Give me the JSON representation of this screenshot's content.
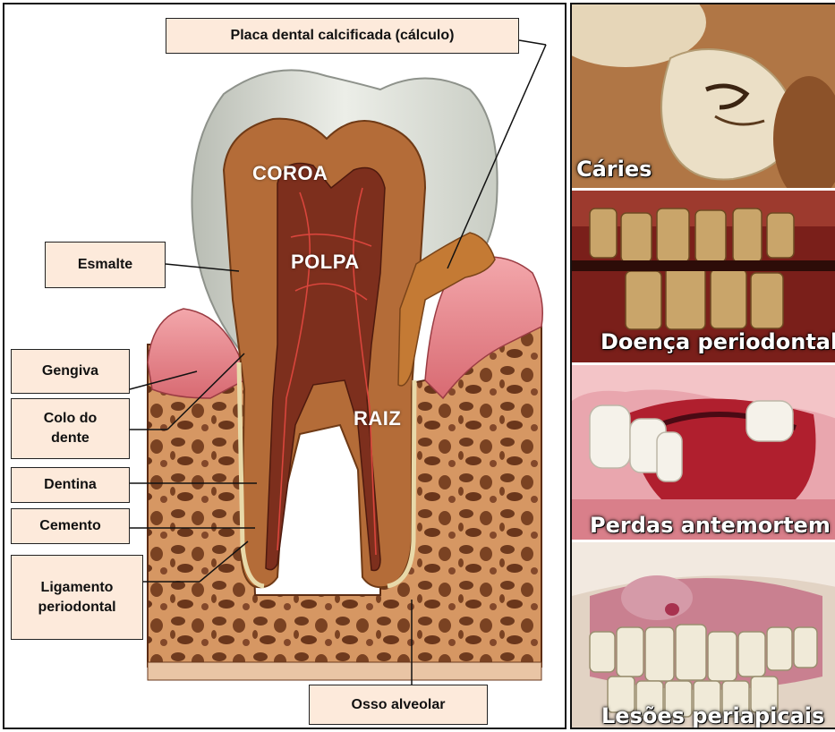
{
  "diagram": {
    "labels": {
      "calculo": "Placa dental calcificada (cálculo)",
      "esmalte": "Esmalte",
      "gengiva": "Gengiva",
      "colo_line1": "Colo do",
      "colo_line2": "dente",
      "dentina": "Dentina",
      "cemento": "Cemento",
      "ligamento_line1": "Ligamento",
      "ligamento_line2": "periodontal",
      "osso": "Osso alveolar"
    },
    "tooth_regions": {
      "coroa": "COROA",
      "polpa": "POLPA",
      "raiz": "RAIZ"
    }
  },
  "photos": [
    {
      "caption": "Cáries",
      "icon": "carious-molar-photo"
    },
    {
      "caption": "Doença periodontal",
      "icon": "periodontal-disease-photo"
    },
    {
      "caption": "Perdas antemortem",
      "icon": "antemortem-loss-photo"
    },
    {
      "caption": "Lesões periapicais",
      "icon": "periapical-lesion-photo"
    }
  ],
  "colors": {
    "label_fill": "#fdeadb",
    "enamel": "#d9ddd6",
    "dentin": "#b5703a",
    "pulp": "#7a2e1c",
    "bone": "#c7834e",
    "gum": "#e7858c",
    "calculus": "#c87a36"
  }
}
